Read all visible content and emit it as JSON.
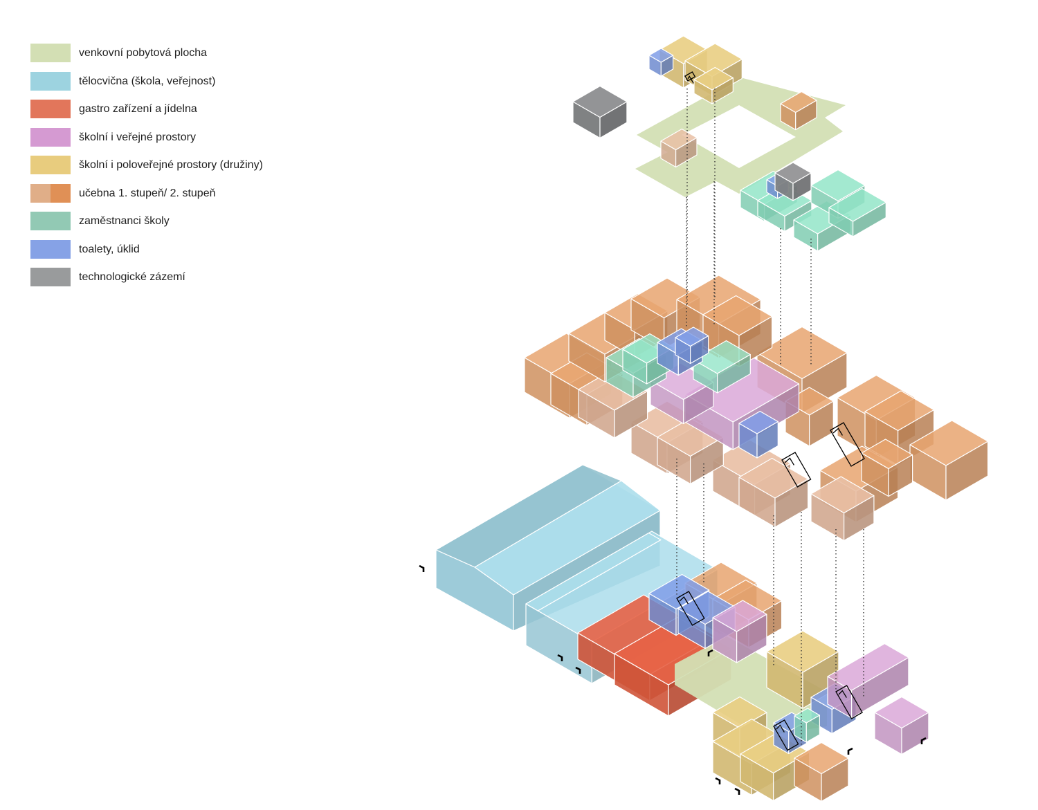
{
  "legend": [
    {
      "label": "venkovní pobytová plocha",
      "colors": [
        "#d3dfb4"
      ]
    },
    {
      "label": "tělocvična (škola, veřejnost)",
      "colors": [
        "#9dd3e0"
      ]
    },
    {
      "label": "gastro zařízení a jídelna",
      "colors": [
        "#e2765b"
      ]
    },
    {
      "label": "školní i veřejné prostory",
      "colors": [
        "#d59ad2"
      ]
    },
    {
      "label": "školní i poloveřejné prostory (družiny)",
      "colors": [
        "#e8cc7e"
      ]
    },
    {
      "label": "učebna 1. stupeň/ 2. stupeň",
      "colors": [
        "#e0ae88",
        "#e09056"
      ]
    },
    {
      "label": "zaměstnanci školy",
      "colors": [
        "#92c9b4"
      ]
    },
    {
      "label": "toalety, úklid",
      "colors": [
        "#86a2e6"
      ]
    },
    {
      "label": "technologické zázemí",
      "colors": [
        "#999b9c"
      ]
    }
  ],
  "colors": {
    "outdoor": "#d3dfb4",
    "gym": "#a8dcea",
    "gastro": "#e65d3e",
    "public": "#d8a4d6",
    "semipublic": "#e8cc7e",
    "class1": "#e8bca0",
    "class2": "#e6a06a",
    "staff": "#8ee4c6",
    "toilet": "#7b9ae6",
    "tech": "#8e9092"
  }
}
